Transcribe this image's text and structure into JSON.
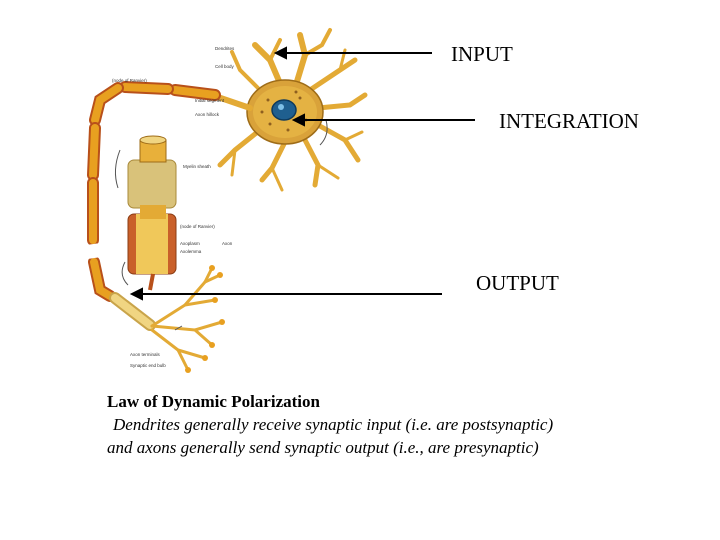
{
  "labels": {
    "input": "INPUT",
    "integration": "INTEGRATION",
    "output": "OUTPUT"
  },
  "figure_labels": {
    "dendrites": "Dendrites",
    "cell_body": "Cell body",
    "node_of_ranvier_top": "(node of Ranvier)",
    "initial_segment": "Initial segment",
    "axon_hillock": "Axon hillock",
    "myelin_sheath": "Myelin sheath",
    "node_of_ranvier_mid": "(node of Ranvier)",
    "axoplasm": "Axoplasm",
    "axolemma": "Axolemma",
    "axon": "Axon",
    "axon_terminals": "Axon terminals",
    "synaptic_end_bulb": "Synaptic end bulb"
  },
  "caption": {
    "title": "Law of Dynamic Polarization",
    "line1": "Dendrites generally receive synaptic input (i.e. are postsynaptic)",
    "line2": "and axons generally send synaptic output (i.e., are presynaptic)"
  },
  "colors": {
    "myelin": "#e8a020",
    "myelin_dark": "#b8501a",
    "cell_body": "#e6b646",
    "nucleus": "#1f5f8f",
    "axon_3d": "#f0c85a",
    "arrow": "#000000"
  }
}
